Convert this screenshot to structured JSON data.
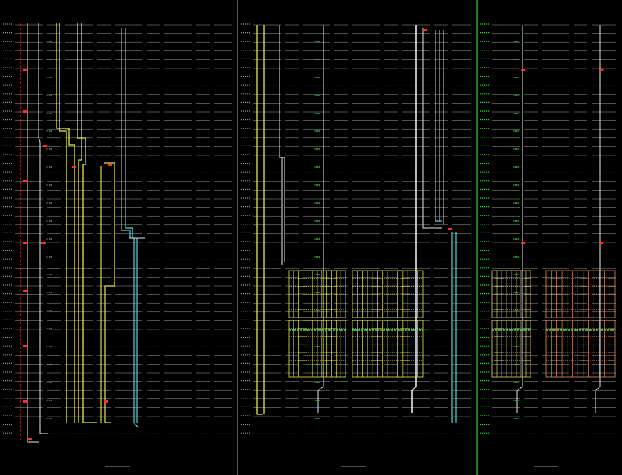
{
  "drawing": {
    "background": "#000000",
    "frame_divider_color": "#2fd22f",
    "floor_line_color": "#d8d8d8",
    "level_tick_color": "#49d049",
    "annotation_color": "#ff3030",
    "riser_colors": {
      "white": "#e8e8e8",
      "yellow": "#e8e84a",
      "cyan": "#4fd8d8",
      "red": "#ff3a3a",
      "green": "#52d452"
    },
    "floor_count": 48,
    "panels": [
      {
        "id": "left",
        "title": "",
        "riser_types": [
          "red",
          "white",
          "yellow",
          "yellow",
          "white",
          "cyan",
          "white"
        ]
      },
      {
        "id": "middle",
        "title": "",
        "riser_types": [
          "yellow",
          "white",
          "white",
          "cyan",
          "cyan",
          "white"
        ],
        "has_manifold_grid": true
      },
      {
        "id": "right",
        "title": "",
        "riser_types": [
          "white",
          "white"
        ],
        "has_manifold_grid": true
      }
    ]
  }
}
